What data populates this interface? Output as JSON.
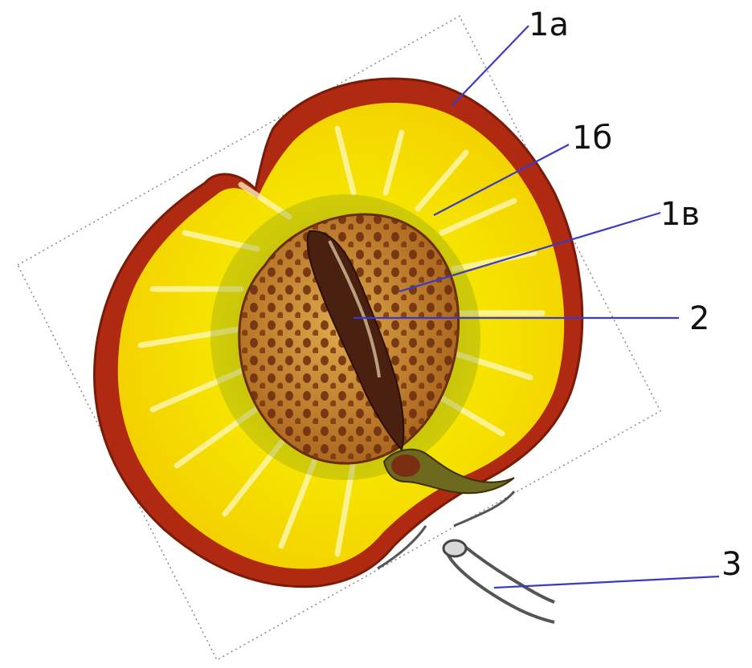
{
  "labels": {
    "exocarp": "1а",
    "mesocarp": "1б",
    "endocarp": "1в",
    "seed": "2",
    "stalk": "3"
  },
  "colors": {
    "skin": "#b02a12",
    "skin_dark": "#7a1a08",
    "flesh": "#f6e400",
    "flesh_light": "#fff7a0",
    "pit": "#c9892c",
    "pit_dark": "#4a2010",
    "leader": "#3a3ac8"
  }
}
